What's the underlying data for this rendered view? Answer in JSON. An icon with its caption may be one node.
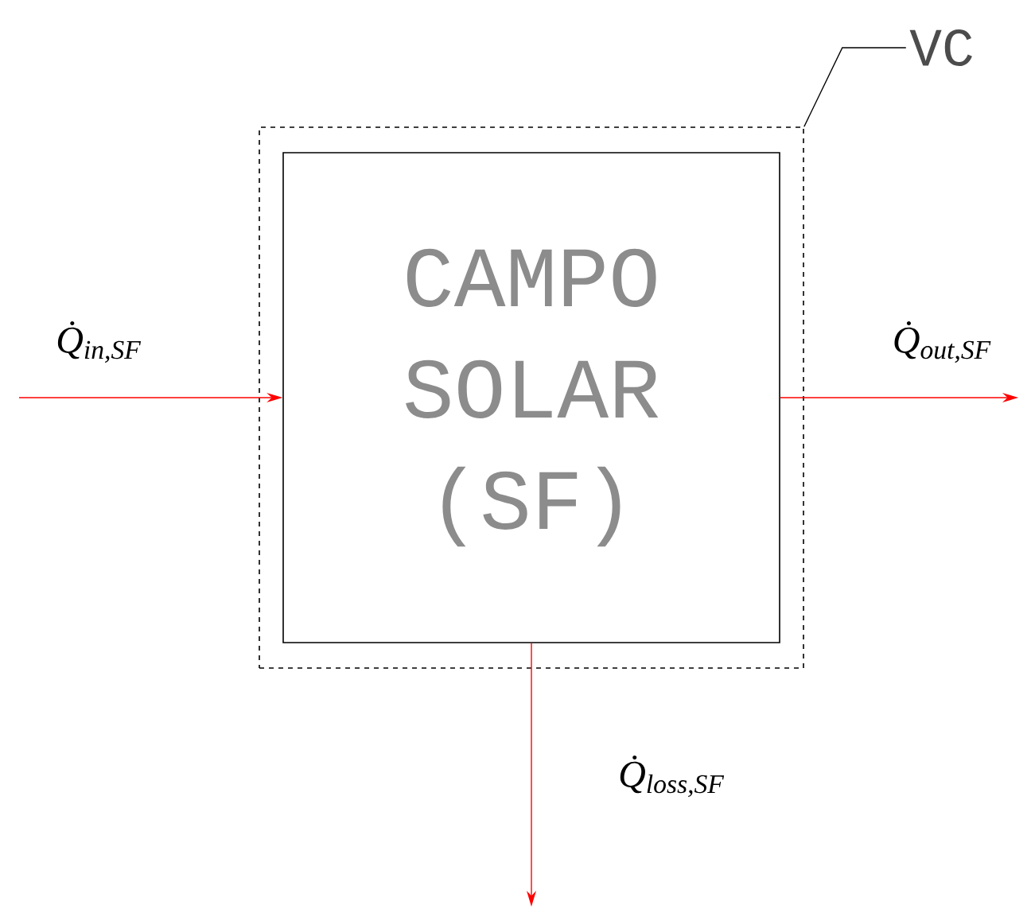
{
  "diagram": {
    "nodes": [
      {
        "text": [
          "VC"
        ]
      },
      {
        "text": [],
        "shape": "box"
      },
      {
        "text": [
          "CAMPO SOLAR (SF)"
        ],
        "in": 1
      }
    ],
    "edges": [
      {
        "from": 0,
        "to": 1,
        "arrow": "none",
        "color": "#000000"
      },
      {
        "from": null,
        "to": 2,
        "arrow": "to",
        "color": "#ff0000",
        "label": "Q̇$_{in,SF}$"
      },
      {
        "from": 2,
        "to": null,
        "arrow": "to",
        "color": "#ff0000",
        "label": "Q̇$_{out,SF}$"
      },
      {
        "from": 2,
        "to": null,
        "arrow": "to",
        "color": "#ff0000",
        "label": "Q̇$_{loss,SF}$"
      }
    ]
  }
}
